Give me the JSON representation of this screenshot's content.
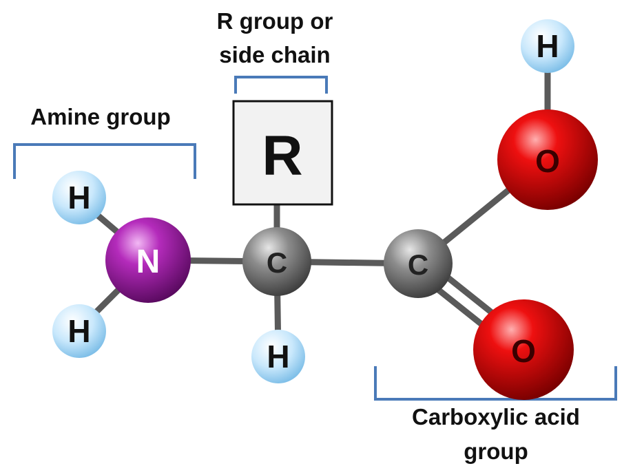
{
  "labels": {
    "amine_group": "Amine group",
    "r_group_line1": "R group or",
    "r_group_line2": "side chain",
    "carboxyl_line1": "Carboxylic acid",
    "carboxyl_line2": "group"
  },
  "r_box": {
    "text": "R"
  },
  "atoms": {
    "nitrogen": "N",
    "alpha_carbon": "C",
    "carboxyl_carbon": "C",
    "hydroxyl_oxygen": "O",
    "carbonyl_oxygen": "O",
    "amine_hydrogen_top": "H",
    "amine_hydrogen_bottom": "H",
    "alpha_hydrogen": "H",
    "hydroxyl_hydrogen": "H"
  },
  "colors": {
    "bracket": "#4a7ab8",
    "bond": "#5a5a5a",
    "nitrogen": "#a31fa8",
    "carbon": "#8a8a8a",
    "oxygen": "#e00000",
    "hydrogen": "#bfe3fb",
    "r_box_fill": "#f2f2f2"
  }
}
